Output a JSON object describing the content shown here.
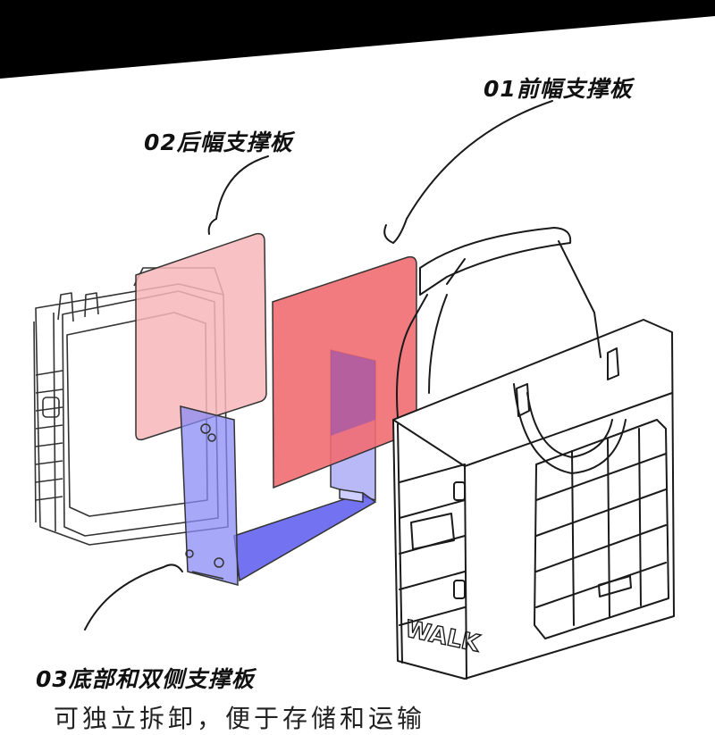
{
  "labels": {
    "front_panel": "01前幅支撑板",
    "back_panel": "02后幅支撑板",
    "bottom_side_panel": "03底部和双侧支撑板"
  },
  "caption": "可独立拆卸，便于存储和运输",
  "colors": {
    "back_panel_fill": "#f7b6b8",
    "front_panel_fill": "#f16d72",
    "bottom_panel_fill": "#7f7ff2",
    "ink": "#1a1a1a"
  },
  "bag_text": "WALK"
}
